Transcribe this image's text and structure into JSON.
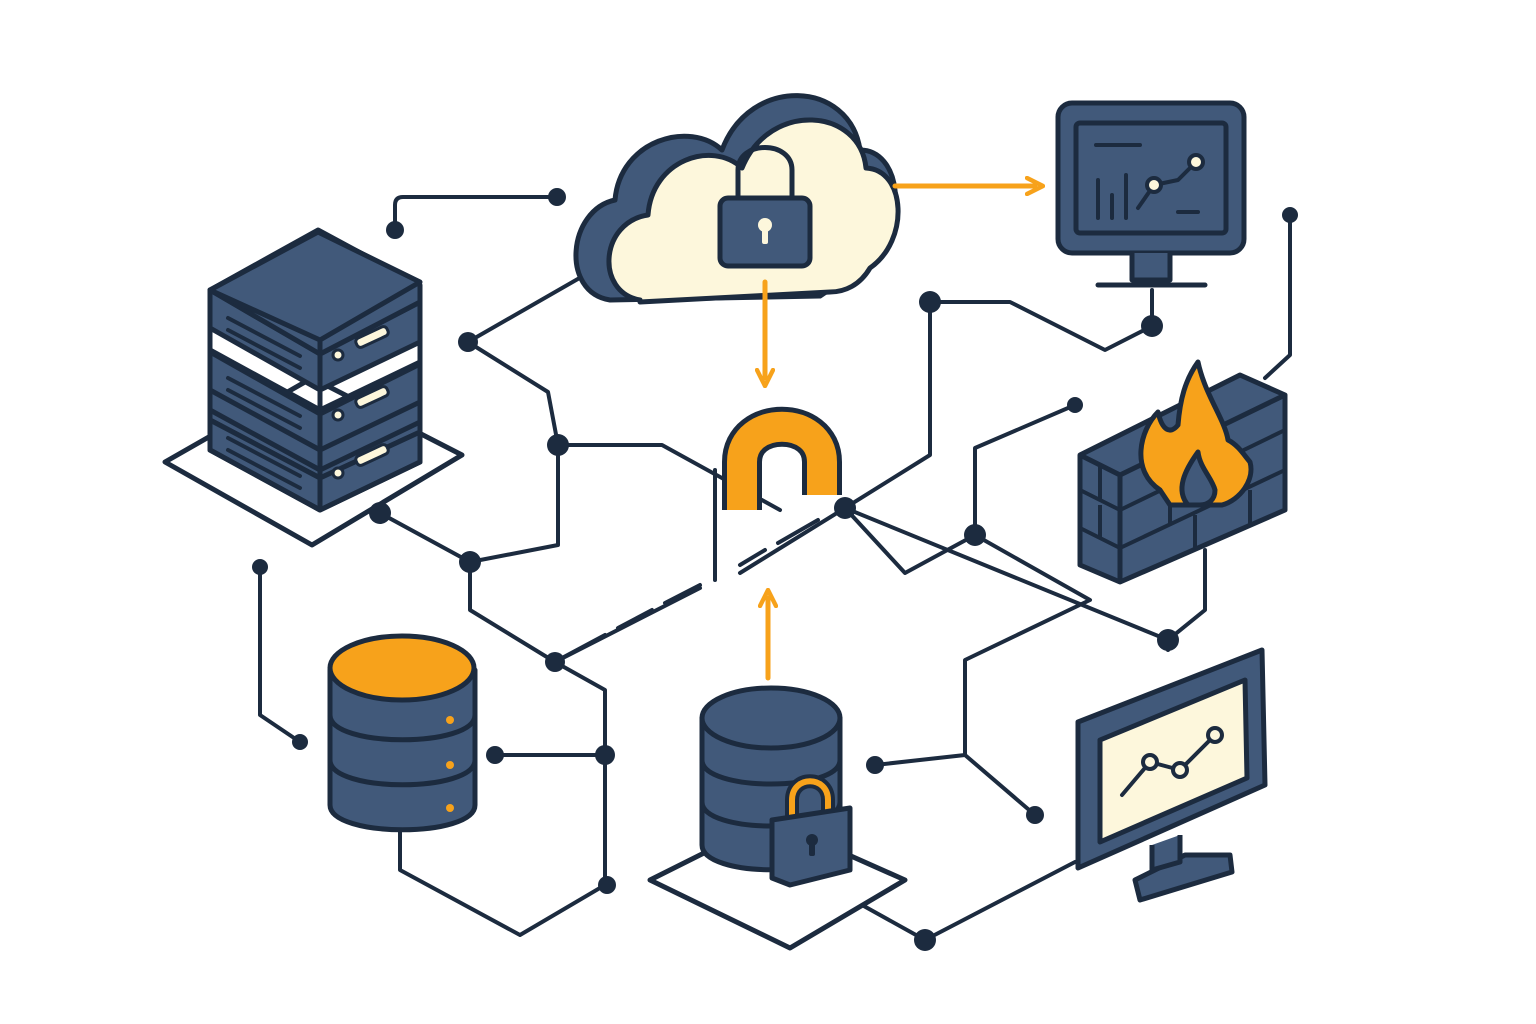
{
  "diagram": {
    "kind": "secure-network-infrastructure-illustration",
    "text_labels": [],
    "nodes": [
      {
        "id": "cloud",
        "icon": "cloud-lock-icon"
      },
      {
        "id": "dashboard-monitor",
        "icon": "dashboard-monitor-icon"
      },
      {
        "id": "server-rack",
        "icon": "server-rack-icon"
      },
      {
        "id": "central-lock",
        "icon": "open-padlock-icon"
      },
      {
        "id": "firewall",
        "icon": "firewall-icon"
      },
      {
        "id": "database",
        "icon": "database-icon"
      },
      {
        "id": "secure-database",
        "icon": "locked-database-icon"
      },
      {
        "id": "analytics-monitor",
        "icon": "analytics-monitor-icon"
      }
    ],
    "flows": [
      {
        "from": "cloud",
        "to": "dashboard-monitor",
        "style": "arrow"
      },
      {
        "from": "cloud",
        "to": "central-lock",
        "style": "arrow"
      },
      {
        "from": "secure-database",
        "to": "central-lock",
        "style": "arrow"
      }
    ]
  },
  "colors": {
    "navy": "#1c2b3f",
    "slate": "#41597a",
    "amber": "#f7a21b",
    "cream": "#fdf7dc",
    "white": "#ffffff"
  }
}
